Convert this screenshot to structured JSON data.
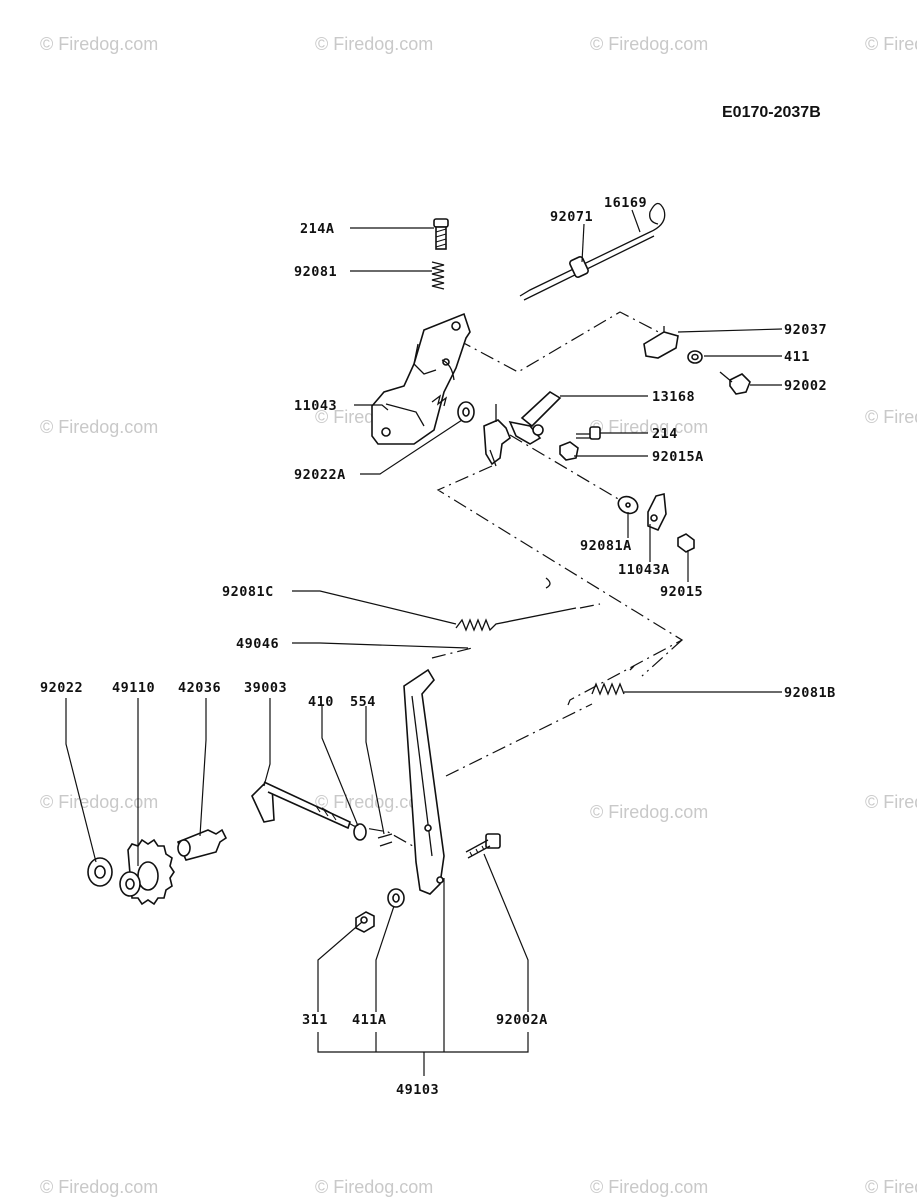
{
  "diagram_code": "E0170-2037B",
  "watermark": "© Firedog.com",
  "labels": {
    "p214A": "214A",
    "p92081": "92081",
    "p92071": "92071",
    "p16169": "16169",
    "p92037": "92037",
    "p411": "411",
    "p92002": "92002",
    "p13168": "13168",
    "p11043": "11043",
    "p214": "214",
    "p92022A": "92022A",
    "p92015A": "92015A",
    "p92081A": "92081A",
    "p11043A": "11043A",
    "p92015": "92015",
    "p92081C": "92081C",
    "p49046": "49046",
    "p92081B": "92081B",
    "p92022": "92022",
    "p49110": "49110",
    "p42036": "42036",
    "p39003": "39003",
    "p410": "410",
    "p554": "554",
    "p311": "311",
    "p411A": "411A",
    "p92002A": "92002A",
    "p49103": "49103"
  }
}
